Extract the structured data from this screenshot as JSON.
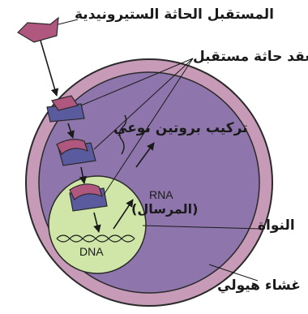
{
  "labels": {
    "steroid_hormone": "المستقبل الحاثة الستيرونيدية",
    "hormone_receptor_complex": "معقد حاثة مستقبل",
    "specific_protein_synthesis": "تركيب بروتين نوعي",
    "rna": "RNA",
    "messenger": "(المرسال)",
    "nucleus": "النواة",
    "dna": "DNA",
    "cell_membrane": "غشاء هيولي"
  },
  "colors": {
    "hormone": "#b0577f",
    "receptor": "#5a5a9e",
    "cytoplasm": "#8e76ac",
    "cytoplasm_inner": "#9b84b8",
    "membrane_rim": "#c79ab8",
    "nucleus": "#cfe6a8",
    "outline": "#2a2a2a"
  }
}
